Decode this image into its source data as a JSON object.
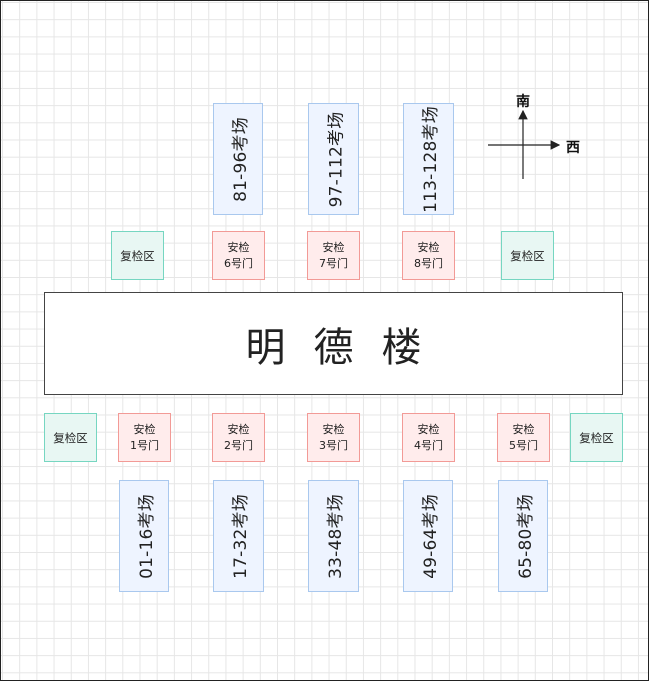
{
  "building": {
    "chars": [
      "明",
      "德",
      "楼"
    ]
  },
  "compass": {
    "north_label": "南",
    "east_label": "西"
  },
  "top_halls": [
    {
      "label": "81-96考场"
    },
    {
      "label": "97-112考场"
    },
    {
      "label": "113-128考场"
    }
  ],
  "bottom_halls": [
    {
      "label": "01-16考场"
    },
    {
      "label": "17-32考场"
    },
    {
      "label": "33-48考场"
    },
    {
      "label": "49-64考场"
    },
    {
      "label": "65-80考场"
    }
  ],
  "top_gates": [
    {
      "line1": "安检",
      "line2": "6号门"
    },
    {
      "line1": "安检",
      "line2": "7号门"
    },
    {
      "line1": "安检",
      "line2": "8号门"
    }
  ],
  "bottom_gates": [
    {
      "line1": "安检",
      "line2": "1号门"
    },
    {
      "line1": "安检",
      "line2": "2号门"
    },
    {
      "line1": "安检",
      "line2": "3号门"
    },
    {
      "line1": "安检",
      "line2": "4号门"
    },
    {
      "line1": "安检",
      "line2": "5号门"
    }
  ],
  "recheck_areas": [
    {
      "label": "复检区"
    },
    {
      "label": "复检区"
    },
    {
      "label": "复检区"
    },
    {
      "label": "复检区"
    }
  ],
  "colors": {
    "hall_fill": "#eef4ff",
    "hall_border": "#a9c8ee",
    "gate_fill": "#ffecec",
    "gate_border": "#f29a96",
    "recheck_fill": "#e8f7f3",
    "recheck_border": "#76d6c1"
  }
}
